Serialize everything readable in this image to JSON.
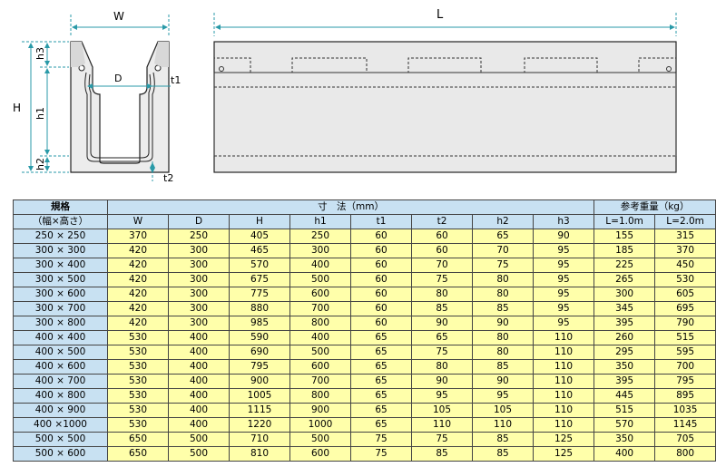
{
  "diagram": {
    "labels": {
      "W": "W",
      "L": "L",
      "H": "H",
      "D": "D",
      "h1": "h1",
      "h2": "h2",
      "h3": "h3",
      "t1": "t1",
      "t2": "t2"
    }
  },
  "table": {
    "header": {
      "spec_label": "規格",
      "spec_sub": "（幅×高さ）",
      "dimension_group": "寸　法（mm）",
      "weight_group": "参考重量（kg）",
      "columns": [
        "W",
        "D",
        "H",
        "h1",
        "t1",
        "t2",
        "h2",
        "h3"
      ],
      "weight_columns": [
        "L=1.0m",
        "L=2.0m"
      ]
    },
    "rows": [
      {
        "spec": "250 × 250",
        "dims": [
          "370",
          "250",
          "405",
          "250",
          "60",
          "60",
          "65",
          "90"
        ],
        "weights": [
          "155",
          "315"
        ]
      },
      {
        "spec": "300 × 300",
        "dims": [
          "420",
          "300",
          "465",
          "300",
          "60",
          "60",
          "70",
          "95"
        ],
        "weights": [
          "185",
          "370"
        ]
      },
      {
        "spec": "300 × 400",
        "dims": [
          "420",
          "300",
          "570",
          "400",
          "60",
          "70",
          "75",
          "95"
        ],
        "weights": [
          "225",
          "450"
        ]
      },
      {
        "spec": "300 × 500",
        "dims": [
          "420",
          "300",
          "675",
          "500",
          "60",
          "75",
          "80",
          "95"
        ],
        "weights": [
          "265",
          "530"
        ]
      },
      {
        "spec": "300 × 600",
        "dims": [
          "420",
          "300",
          "775",
          "600",
          "60",
          "80",
          "80",
          "95"
        ],
        "weights": [
          "300",
          "605"
        ]
      },
      {
        "spec": "300 × 700",
        "dims": [
          "420",
          "300",
          "880",
          "700",
          "60",
          "85",
          "85",
          "95"
        ],
        "weights": [
          "345",
          "695"
        ]
      },
      {
        "spec": "300 × 800",
        "dims": [
          "420",
          "300",
          "985",
          "800",
          "60",
          "90",
          "90",
          "95"
        ],
        "weights": [
          "395",
          "790"
        ]
      },
      {
        "spec": "400 × 400",
        "dims": [
          "530",
          "400",
          "590",
          "400",
          "65",
          "65",
          "80",
          "110"
        ],
        "weights": [
          "260",
          "515"
        ]
      },
      {
        "spec": "400 × 500",
        "dims": [
          "530",
          "400",
          "690",
          "500",
          "65",
          "75",
          "80",
          "110"
        ],
        "weights": [
          "295",
          "595"
        ]
      },
      {
        "spec": "400 × 600",
        "dims": [
          "530",
          "400",
          "795",
          "600",
          "65",
          "80",
          "85",
          "110"
        ],
        "weights": [
          "350",
          "700"
        ]
      },
      {
        "spec": "400 × 700",
        "dims": [
          "530",
          "400",
          "900",
          "700",
          "65",
          "90",
          "90",
          "110"
        ],
        "weights": [
          "395",
          "795"
        ]
      },
      {
        "spec": "400 × 800",
        "dims": [
          "530",
          "400",
          "1005",
          "800",
          "65",
          "95",
          "95",
          "110"
        ],
        "weights": [
          "445",
          "895"
        ]
      },
      {
        "spec": "400 × 900",
        "dims": [
          "530",
          "400",
          "1115",
          "900",
          "65",
          "105",
          "105",
          "110"
        ],
        "weights": [
          "515",
          "1035"
        ]
      },
      {
        "spec": "400 ×1000",
        "dims": [
          "530",
          "400",
          "1220",
          "1000",
          "65",
          "110",
          "110",
          "110"
        ],
        "weights": [
          "570",
          "1145"
        ]
      },
      {
        "spec": "500 × 500",
        "dims": [
          "650",
          "500",
          "710",
          "500",
          "75",
          "75",
          "85",
          "125"
        ],
        "weights": [
          "350",
          "705"
        ]
      },
      {
        "spec": "500 × 600",
        "dims": [
          "650",
          "500",
          "810",
          "600",
          "75",
          "85",
          "85",
          "125"
        ],
        "weights": [
          "400",
          "800"
        ]
      }
    ]
  }
}
